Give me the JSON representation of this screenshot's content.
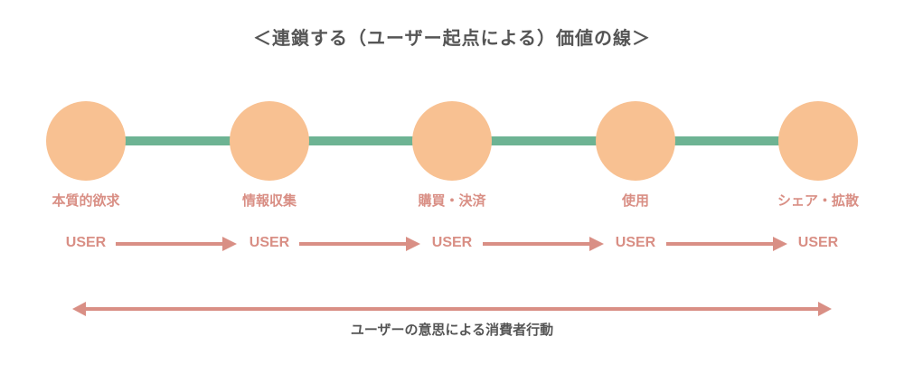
{
  "title": "＜連鎖する（ユーザー起点による）価値の線＞",
  "colors": {
    "circle": "#f8c192",
    "line": "#6db393",
    "accent": "#d98f85",
    "text": "#555555"
  },
  "stages": [
    {
      "label": "本質的欲求",
      "user": "USER"
    },
    {
      "label": "情報収集",
      "user": "USER"
    },
    {
      "label": "購買・決済",
      "user": "USER"
    },
    {
      "label": "使用",
      "user": "USER"
    },
    {
      "label": "シェア・拡散",
      "user": "USER"
    }
  ],
  "caption": "ユーザーの意思による消費者行動"
}
